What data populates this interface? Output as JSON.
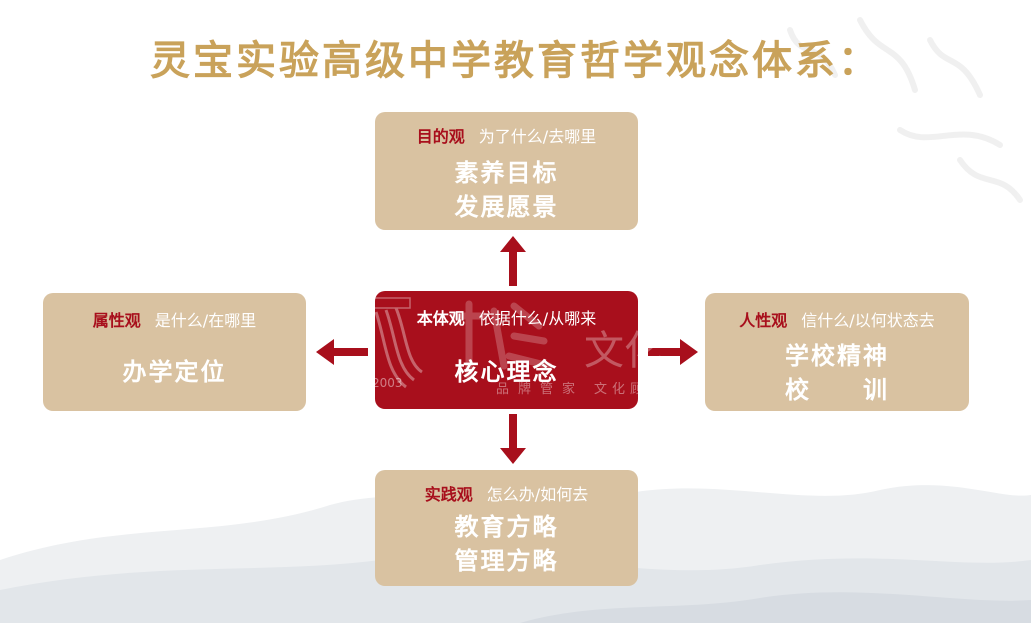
{
  "title": "灵宝实验高级中学教育哲学观念体系：",
  "colors": {
    "title": "#c9a25a",
    "box": "#d9c2a1",
    "center": "#a80f1c",
    "tag": "#a80f1c",
    "arrow": "#a80f1c",
    "white": "#ffffff"
  },
  "top": {
    "tag": "目的观",
    "question": "为了什么/去哪里",
    "lines": [
      "素养目标",
      "发展愿景"
    ]
  },
  "left": {
    "tag": "属性观",
    "question": "是什么/在哪里",
    "lines": [
      "办学定位"
    ]
  },
  "right": {
    "tag": "人性观",
    "question": "信什么/以何状态去",
    "lines": [
      "学校精神",
      "校　　训"
    ]
  },
  "bottom": {
    "tag": "实践观",
    "question": "怎么办/如何去",
    "lines": [
      "教育方略",
      "管理方略"
    ]
  },
  "center": {
    "tag": "本体观",
    "question": "依据什么/从哪来",
    "lines": [
      "核心理念"
    ]
  },
  "watermark": {
    "year": "2003",
    "brand": "文化",
    "sub1": "品牌管家",
    "sub2": "文化顾"
  }
}
